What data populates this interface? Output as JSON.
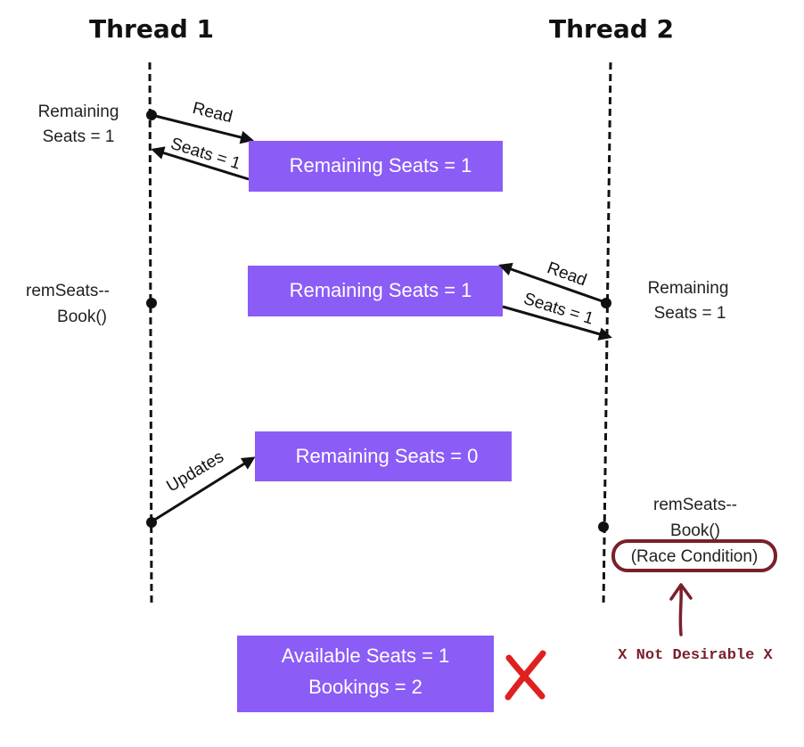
{
  "colors": {
    "box": "#8b5cf6",
    "highlight": "#7a1f2b",
    "cross": "#e02020",
    "line": "#111111"
  },
  "threads": {
    "thread1": "Thread 1",
    "thread2": "Thread 2"
  },
  "step1": {
    "side_line1": "Remaining",
    "side_line2": "Seats = 1",
    "arrow_read": "Read",
    "arrow_return": "Seats = 1",
    "box": "Remaining Seats = 1"
  },
  "step2": {
    "side_line1": "remSeats--",
    "side_line2": "Book()",
    "box": "Remaining Seats = 1",
    "arrow_read": "Read",
    "arrow_return": "Seats = 1",
    "t2_line1": "Remaining",
    "t2_line2": "Seats = 1"
  },
  "step3": {
    "arrow_update": "Updates",
    "box": "Remaining Seats = 0",
    "t2_line1": "remSeats--",
    "t2_line2": "Book()",
    "race": "(Race Condition)",
    "arrow_icon": "up-arrow-icon",
    "note": "X Not Desirable X"
  },
  "result": {
    "line1": "Available Seats = 1",
    "line2": "Bookings = 2",
    "icon": "red-cross-icon"
  }
}
